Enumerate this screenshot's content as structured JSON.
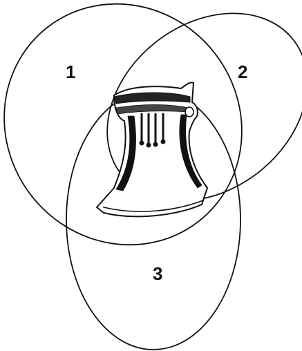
{
  "diagram": {
    "regions": [
      {
        "label": "1"
      },
      {
        "label": "2"
      },
      {
        "label": "3"
      }
    ]
  },
  "colors": {
    "background": "#ffffff",
    "stroke": "#111111",
    "artifact_fill": "#ffffff"
  },
  "illustration": {
    "icon": "ancient-axe-head-drawing-icon"
  }
}
